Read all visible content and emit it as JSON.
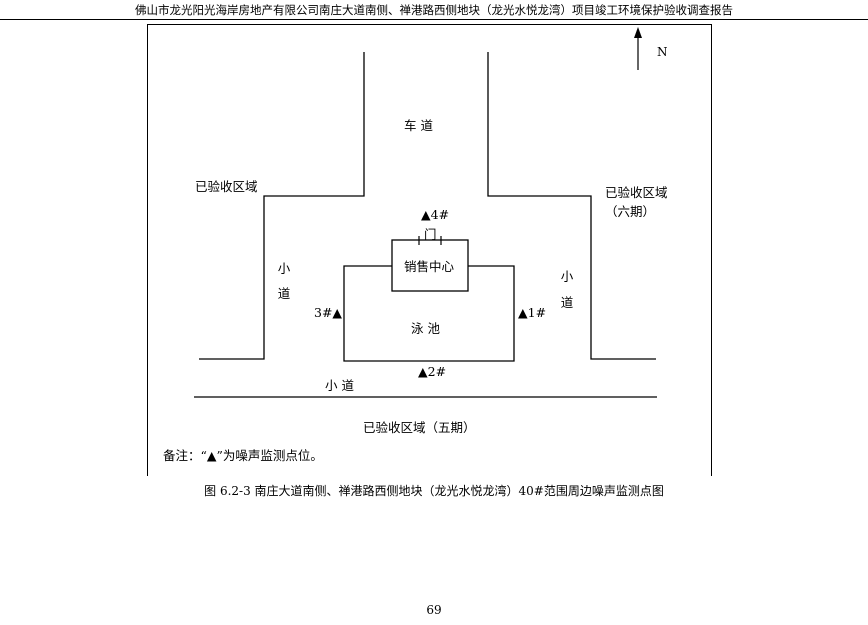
{
  "header": {
    "title": "佛山市龙光阳光海岸房地产有限公司南庄大道南侧、禅港路西侧地块（龙光水悦龙湾）项目竣工环境保护验收调查报告"
  },
  "diagram": {
    "north_label": "N",
    "road_top": "车  道",
    "zone_left": "已验收区域",
    "zone_right_line1": "已验收区域",
    "zone_right_line2": "（六期）",
    "zone_bottom": "已验收区域（五期）",
    "path_left_1": "小",
    "path_left_2": "道",
    "path_right_1": "小",
    "path_right_2": "道",
    "path_bottom": "小  道",
    "sales_center": "销售中心",
    "door": "门",
    "pool": "泳  池",
    "points": {
      "p1": "▲1#",
      "p2": "▲2#",
      "p3": "3#▲",
      "p4": "▲4#"
    },
    "note": "备注：“▲”为噪声监测点位。"
  },
  "caption": "图 6.2-3  南庄大道南侧、禅港路西侧地块（龙光水悦龙湾）40#范围周边噪声监测点图",
  "page_number": "69"
}
